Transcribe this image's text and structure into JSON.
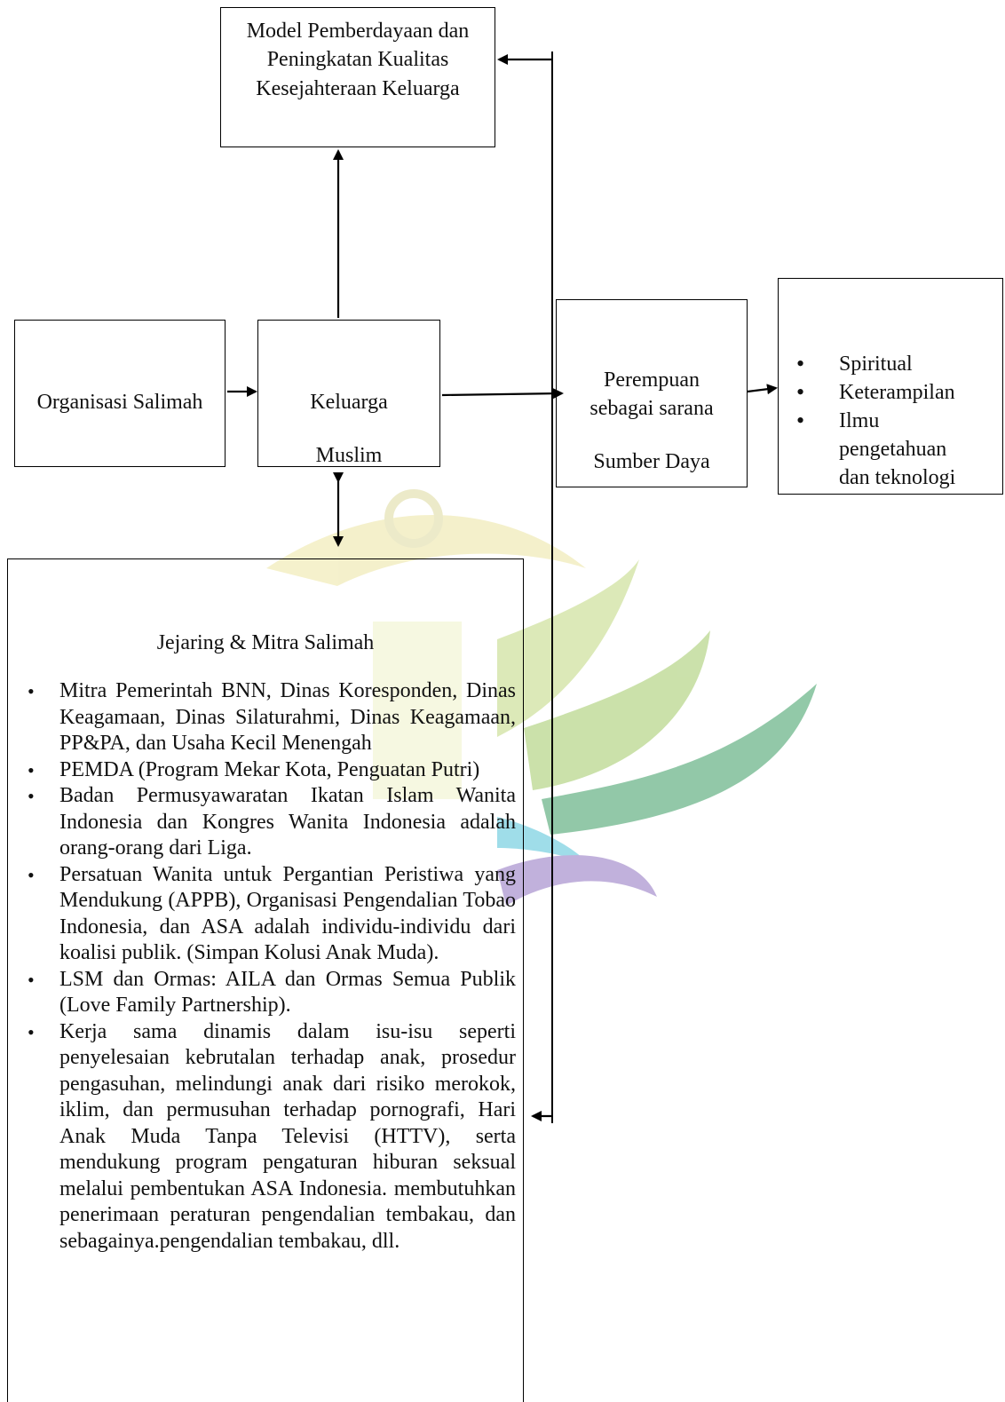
{
  "nodes": {
    "model": "Model Pemberdayaan dan Peningkatan Kualitas Kesejahteraan Keluarga",
    "organisasi": "Organisasi Salimah",
    "keluarga": {
      "line1": "Keluarga",
      "line2": "Muslim"
    },
    "perempuan": {
      "line1": "Perempuan",
      "line2": "sebagai sarana",
      "line3": "Sumber Daya"
    },
    "spiritual": {
      "items": [
        "Spiritual",
        "Keterampilan",
        "Ilmu pengetahuan dan teknologi"
      ]
    }
  },
  "jejaring": {
    "title": "Jejaring & Mitra Salimah",
    "items": [
      "Mitra Pemerintah BNN, Dinas Koresponden, Dinas Keagamaan, Dinas Silaturahmi, Dinas Keagamaan, PP&PA, dan Usaha Kecil Menengah",
      "PEMDA (Program Mekar Kota, Penguatan Putri)",
      "Badan Permusyawaratan Ikatan Islam Wanita Indonesia dan Kongres Wanita Indonesia adalah orang-orang dari Liga.",
      "Persatuan Wanita untuk Pergantian Peristiwa yang Mendukung (APPB), Organisasi Pengendalian Tobao Indonesia, dan ASA adalah individu-individu dari koalisi publik. (Simpan Kolusi Anak Muda).",
      "LSM dan Ormas: AILA dan Ormas Semua Publik (Love Family Partnership).",
      "Kerja sama dinamis dalam isu-isu seperti penyelesaian kebrutalan terhadap anak, prosedur pengasuhan, melindungi anak dari risiko merokok, iklim, dan permusuhan terhadap pornografi, Hari Anak Muda Tanpa Televisi (HTTV), serta mendukung program pengaturan hiburan seksual melalui pembentukan ASA Indonesia. membutuhkan penerimaan peraturan pengendalian tembakau, dan sebagainya.pengendalian tembakau, dll."
    ]
  },
  "watermark": {
    "colors": [
      "#e4edc6",
      "#cfe0a6",
      "#b6d48e",
      "#a3cf8f",
      "#7fc3a4",
      "#8fd6e0",
      "#b9a6d3",
      "#f5e9a8"
    ]
  }
}
